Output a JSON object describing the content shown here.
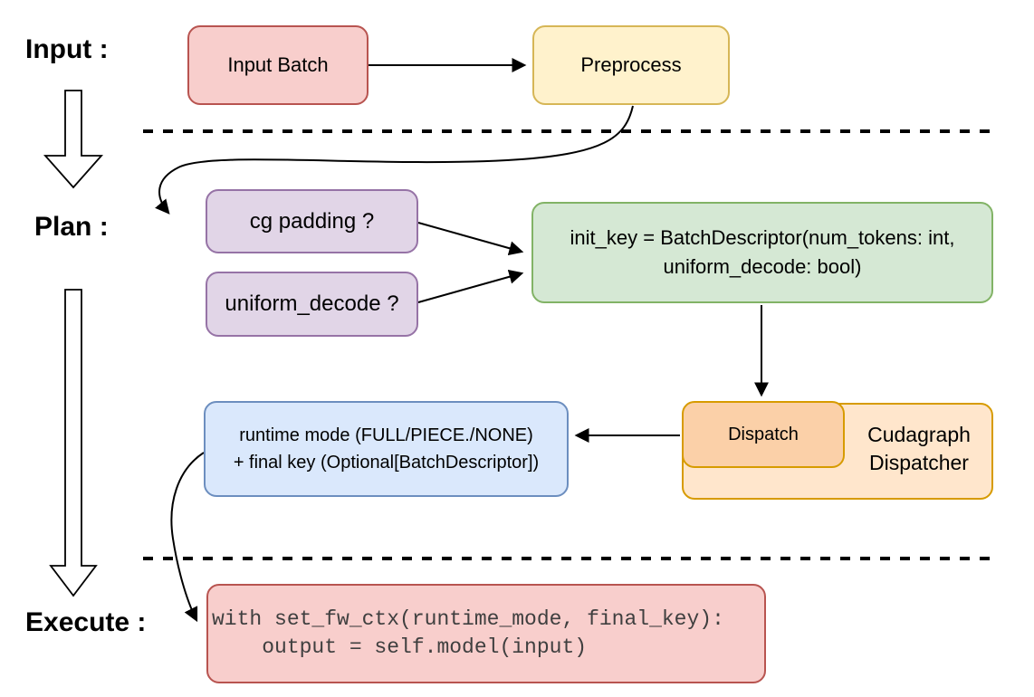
{
  "sections": {
    "input_label": "Input :",
    "plan_label": "Plan :",
    "execute_label": "Execute :"
  },
  "nodes": {
    "input_batch": {
      "label": "Input Batch",
      "fill": "#f8cecc",
      "stroke": "#b85450"
    },
    "preprocess": {
      "label": "Preprocess",
      "fill": "#fff2cc",
      "stroke": "#d6b656"
    },
    "cg_padding": {
      "label": "cg padding ?",
      "fill": "#e1d5e7",
      "stroke": "#9673a6"
    },
    "uniform_decode": {
      "label": "uniform_decode ?",
      "fill": "#e1d5e7",
      "stroke": "#9673a6"
    },
    "init_key": {
      "line1": "init_key = BatchDescriptor(num_tokens: int,",
      "line2": "uniform_decode: bool)",
      "fill": "#d5e8d4",
      "stroke": "#82b366"
    },
    "dispatch": {
      "label": "Dispatch",
      "fill": "#fbd0a8",
      "stroke": "#d79b00"
    },
    "cudagraph_dispatcher": {
      "line1": "Cudagraph",
      "line2": "Dispatcher",
      "fill": "#ffe6cc",
      "stroke": "#d79b00"
    },
    "runtime_mode": {
      "line1": "runtime mode (FULL/PIECE./NONE)",
      "line2": "+ final key (Optional[BatchDescriptor])",
      "fill": "#dae8fc",
      "stroke": "#6c8ebf"
    },
    "execute_code": {
      "line1": "with set_fw_ctx(runtime_mode, final_key):",
      "line2": "    output = self.model(input)",
      "fill": "#f8cecc",
      "stroke": "#b85450"
    }
  },
  "palette": {
    "connector": "#000000",
    "background": "#ffffff"
  }
}
